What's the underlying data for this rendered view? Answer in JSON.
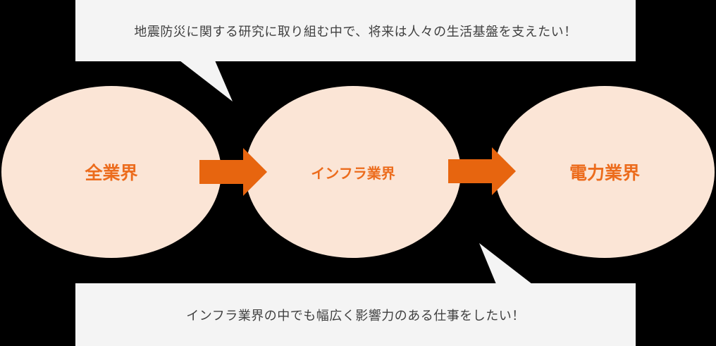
{
  "diagram": {
    "background": "#000000",
    "bubble_top": {
      "text": "地震防災に関する研究に取り組む中で、将来は人々の生活基盤を支えたい！"
    },
    "bubble_bottom": {
      "text": "インフラ業界の中でも幅広く影響力のある仕事をしたい！"
    },
    "stages": [
      {
        "label": "全業界"
      },
      {
        "label": "インフラ業界"
      },
      {
        "label": "電力業界"
      }
    ],
    "colors": {
      "ellipse_fill": "#fbe5d6",
      "arrow_orange": "#e7650f",
      "label_orange": "#ec6c1d",
      "bubble_fill": "#f4f4f4",
      "bubble_text": "#404040"
    }
  }
}
